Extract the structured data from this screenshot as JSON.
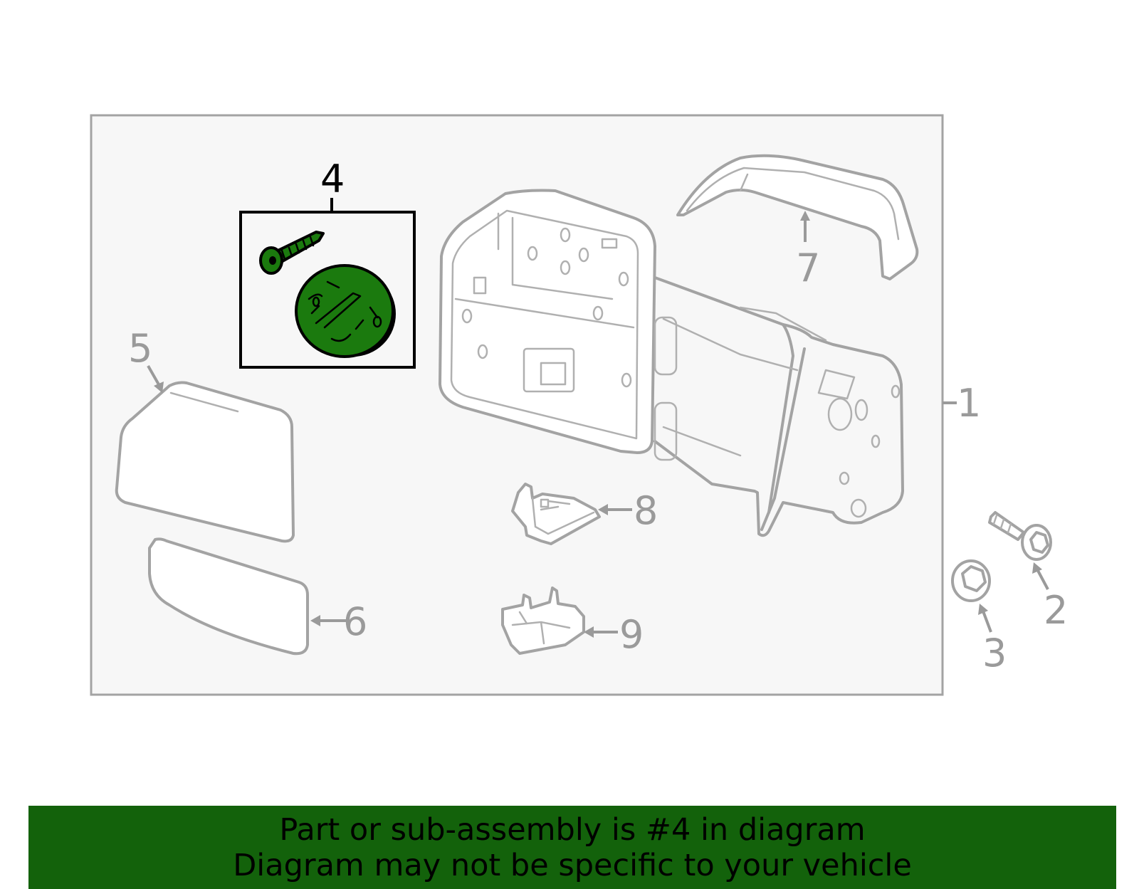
{
  "diagram": {
    "highlight_color": "#1b7a0e",
    "callouts": {
      "c1": "1",
      "c2": "2",
      "c3": "3",
      "c4": "4",
      "c5": "5",
      "c6": "6",
      "c7": "7",
      "c8": "8",
      "c9": "9"
    }
  },
  "banner": {
    "line1": "Part or sub-assembly is #4 in diagram",
    "line2": "Diagram may not be specific to your vehicle",
    "background": "#13620b"
  }
}
